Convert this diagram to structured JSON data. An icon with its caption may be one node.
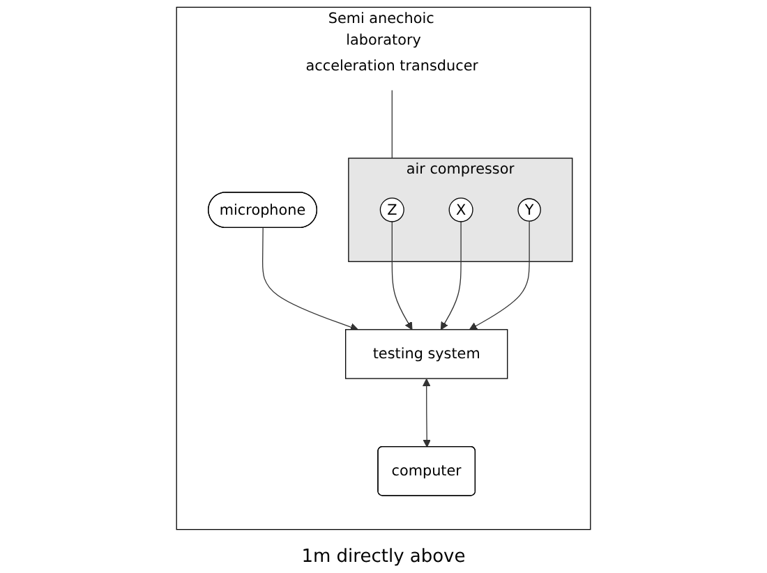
{
  "diagram": {
    "nodes": [
      {
        "text": [
          "Semi anechoic laboratory"
        ]
      },
      {
        "text": [
          "microphone"
        ],
        "in": 0
      },
      {
        "text": [
          "testing system"
        ],
        "in": 0
      },
      {
        "text": [
          "computer"
        ],
        "in": 0
      },
      {
        "text": [
          "air compressor"
        ],
        "in": 0
      },
      {
        "text": [
          "Z"
        ],
        "in": 4
      },
      {
        "text": [
          "X"
        ],
        "in": 4
      },
      {
        "text": [
          "Y"
        ],
        "in": 4
      },
      {
        "text": [
          "acceleration transducer"
        ],
        "in": 0
      }
    ],
    "edges": [
      {
        "from": 1,
        "to": 2,
        "arrow": "to"
      },
      {
        "from": 5,
        "to": 2,
        "arrow": "to"
      },
      {
        "from": 6,
        "to": 2,
        "arrow": "to"
      },
      {
        "from": 7,
        "to": 2,
        "arrow": "to"
      },
      {
        "from": 2,
        "to": 3,
        "arrow": "both"
      },
      {
        "from": 8,
        "to": 4,
        "arrow": "none"
      }
    ],
    "labels": [
      "1m directly above"
    ]
  }
}
